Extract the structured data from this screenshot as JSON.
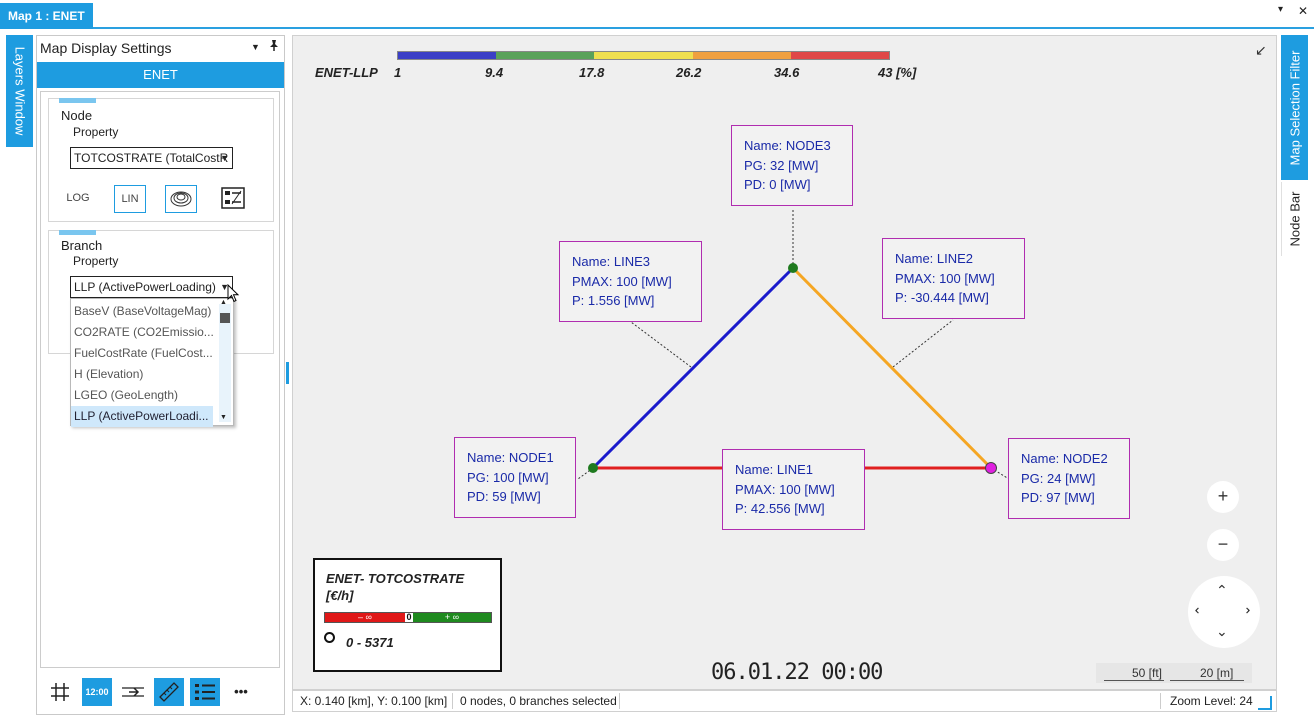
{
  "titlebar": {
    "tab": "Map 1 : ENET",
    "dropdown_icon": "▾",
    "close_icon": "✕"
  },
  "left_tab": {
    "label": "Layers Window"
  },
  "panel": {
    "title": "Map Display Settings",
    "section": "ENET",
    "node": {
      "title": "Node",
      "property_label": "Property",
      "property_value": "TOTCOSTRATE (TotalCostR",
      "scale_buttons": [
        "LOG",
        "LIN"
      ]
    },
    "branch": {
      "title": "Branch",
      "property_label": "Property",
      "property_value": "LLP (ActivePowerLoading)",
      "options": [
        "BaseV (BaseVoltageMag)",
        "CO2RATE  (CO2Emissio...",
        "FuelCostRate  (FuelCost...",
        "H (Elevation)",
        "LGEO (GeoLength)",
        "LLP (ActivePowerLoadi..."
      ],
      "selected_index": 5
    },
    "toolbar": {
      "clock_label": "12:00",
      "more_label": "•••"
    }
  },
  "map": {
    "colorbar": {
      "name": "ENET-LLP",
      "ticks": [
        "1",
        "9.4",
        "17.8",
        "26.2",
        "34.6",
        "43 [%]"
      ],
      "colors": [
        "#3b3fc6",
        "#5aa25a",
        "#f0e050",
        "#f0a040",
        "#e04848"
      ]
    },
    "cards": {
      "node3": [
        "Name: NODE3",
        "PG: 32 [MW]",
        "PD: 0 [MW]"
      ],
      "line3": [
        "Name: LINE3",
        "PMAX: 100 [MW]",
        "P: 1.556 [MW]"
      ],
      "line2": [
        "Name: LINE2",
        "PMAX: 100 [MW]",
        "P: -30.444 [MW]"
      ],
      "node1": [
        "Name: NODE1",
        "PG: 100 [MW]",
        "PD: 59 [MW]"
      ],
      "line1": [
        "Name: LINE1",
        "PMAX: 100 [MW]",
        "P: 42.556 [MW]"
      ],
      "node2": [
        "Name: NODE2",
        "PG: 24 [MW]",
        "PD: 97 [MW]"
      ]
    },
    "branch_colors": {
      "line1": "#e02020",
      "line2": "#f5a623",
      "line3": "#1a1acc"
    },
    "node_colors": {
      "node1": "#1f7a1f",
      "node2": "#e020e0",
      "node3": "#1f7a1f"
    },
    "legend": {
      "title": "ENET- TOTCOSTRATE [€/h]",
      "neg_label": "– ∞",
      "zero_label": "0",
      "pos_label": "+ ∞",
      "range": "0 - 5371"
    },
    "timestamp": "06.01.22 00:00",
    "scale": {
      "ft": "50 [ft]",
      "m": "20 [m]"
    }
  },
  "status": {
    "coords": "X: 0.140 [km], Y: 0.100 [km]",
    "selection": "0 nodes, 0 branches selected",
    "zoom": "Zoom Level: 24"
  },
  "right_tabs": {
    "filter": "Map Selection Filter",
    "nodebar": "Node Bar"
  }
}
